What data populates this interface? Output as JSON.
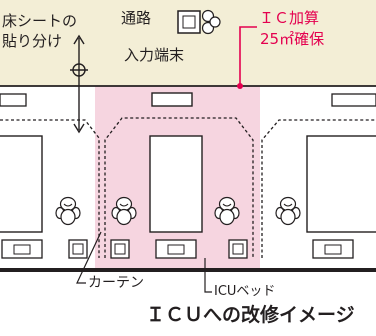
{
  "labels": {
    "floor_sheet_line1": "床シートの",
    "floor_sheet_line2": "貼り分け",
    "passage": "通路",
    "input_terminal": "入力端末",
    "ic_addition": "ＩＣ加算",
    "area_requirement": "25㎡確保",
    "curtain": "カーテン",
    "icu_bed": "ICUベッド",
    "title": "ＩＣＵへの改修イメージ"
  },
  "colors": {
    "corridor": "#f3eed6",
    "icu_zone": "#f6d5e0",
    "accent_red": "#e4004f",
    "line": "#231f20"
  }
}
